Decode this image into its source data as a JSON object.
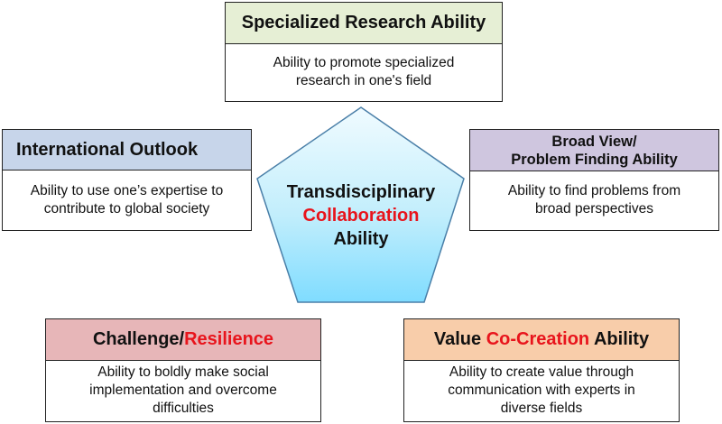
{
  "center": {
    "line1": "Transdisciplinary",
    "line2": "Collaboration",
    "line3": "Ability"
  },
  "boxes": {
    "top": {
      "title": "Specialized Research Ability",
      "desc1": "Ability to promote specialized",
      "desc2": "research in one's field"
    },
    "left": {
      "title": "International Outlook",
      "desc1": "Ability to use one’s expertise to",
      "desc2": "contribute to global  society"
    },
    "right": {
      "title1": "Broad View/",
      "title2": "Problem Finding Ability",
      "desc1": "Ability to find problems from",
      "desc2": "broad perspectives"
    },
    "bottom_left": {
      "title_a": "Challenge/",
      "title_b": "Resilience",
      "desc1": "Ability to boldly make social",
      "desc2": "implementation and overcome",
      "desc3": "difficulties"
    },
    "bottom_right": {
      "title_a": "Value ",
      "title_b": "Co-Creation",
      "title_c": " Ability",
      "desc1": "Ability to create value through",
      "desc2": "communication with experts in",
      "desc3": "diverse fields"
    }
  },
  "colors": {
    "top_header": "#e6efd5",
    "left_header": "#c7d5ea",
    "right_header": "#cfc6df",
    "bottom_left_header": "#e7b6b8",
    "bottom_right_header": "#f8cdaa",
    "pentagon_top": "#f0fbff",
    "pentagon_bottom": "#7fdcff",
    "accent_red": "#e8141c"
  }
}
